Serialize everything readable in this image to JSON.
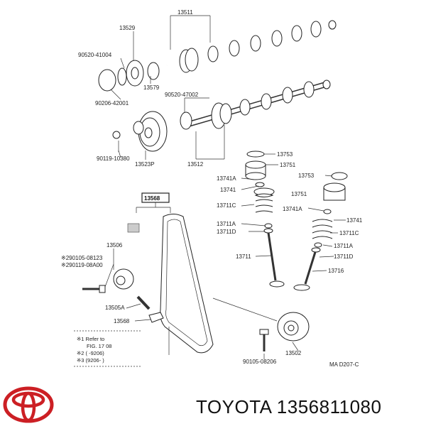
{
  "labels": {
    "l13529": "13529",
    "l13511": "13511",
    "l90520_41004": "90520-41004",
    "l13579": "13579",
    "l90206_42001": "90206-42001",
    "l90520_47002": "90520-47002",
    "l90119_10380": "90119-10380",
    "l13523p": "13523P",
    "l13512": "13512",
    "l13753a": "13753",
    "l13751a": "13751",
    "l13741a1": "13741A",
    "l13753b": "13753",
    "l13741b": "13741",
    "l13751b": "13751",
    "l13711c1": "13711C",
    "l13741a2": "13741A",
    "l13568": "13568",
    "l13741c": "13741",
    "l13711a1": "13711A",
    "l13711c2": "13711C",
    "l13711d1": "13711D",
    "l13711a2": "13711A",
    "l13506": "13506",
    "l13711": "13711",
    "l13711d2": "13711D",
    "l90105_08123": "※290105-08123",
    "l90119_08a00": "※290119-08A00",
    "l13716": "13716",
    "l13505a": "13505A",
    "l13568b": "13568",
    "l13502": "13502",
    "l90105_08206": "90105-08206",
    "code": "MA D207-C",
    "note1": "※1 Refer to",
    "note2": "FIG. 17 08",
    "note3": "※2 (      -9206)",
    "note4": "※3 (9206-       )"
  },
  "footer": {
    "brand_text": "TOYOTA 1356811080"
  },
  "colors": {
    "logo": "#cc1f24",
    "text": "#111111"
  }
}
